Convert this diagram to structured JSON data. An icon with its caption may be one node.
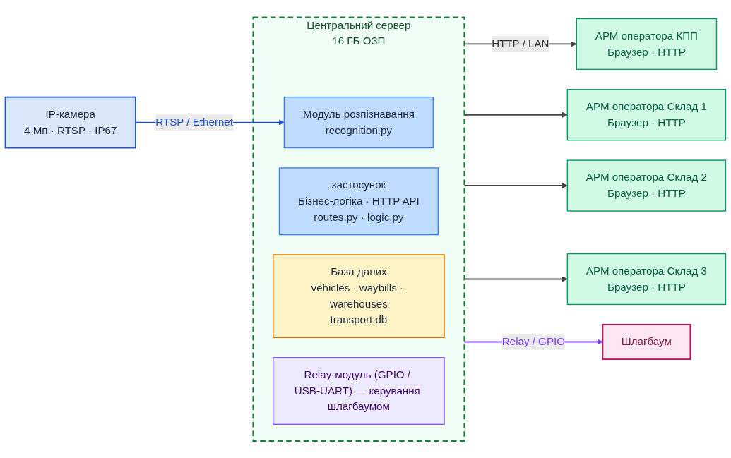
{
  "diagram": {
    "nodes": [
      {
        "text": [
          "IP-камера",
          "4 Мп · RTSP · IP67"
        ]
      },
      {
        "text": [
          "Центральний сервер",
          "16 ГБ ОЗП"
        ]
      },
      {
        "text": [
          "Модуль розпізнавання",
          "recognition.py"
        ],
        "in": 1
      },
      {
        "text": [
          "застосунок",
          "Бізнес-логіка · HTTP API",
          "routes.py · logic.py"
        ],
        "in": 1
      },
      {
        "text": [
          "База даних",
          "vehicles · waybills · warehouses",
          "transport.db"
        ],
        "in": 1
      },
      {
        "text": [
          "Relay-модуль (GPIO / USB-UART) — керування шлагбаумом"
        ],
        "in": 1
      },
      {
        "text": [
          "АРМ оператора КПП",
          "Браузер · HTTP"
        ]
      },
      {
        "text": [
          "АРМ оператора Склад 1",
          "Браузер · HTTP"
        ]
      },
      {
        "text": [
          "АРМ оператора Склад 2",
          "Браузер · HTTP"
        ]
      },
      {
        "text": [
          "АРМ оператора Склад 3",
          "Браузер · HTTP"
        ]
      },
      {
        "text": [
          "Шлагбаум"
        ]
      }
    ],
    "edges": [
      {
        "from": 0,
        "to": 2,
        "arrow": "to",
        "label": "RTSP / Ethernet",
        "color": "#2255cc"
      },
      {
        "from": 1,
        "to": 6,
        "arrow": "to",
        "label": "HTTP / LAN"
      },
      {
        "from": 1,
        "to": 7,
        "arrow": "to"
      },
      {
        "from": 1,
        "to": 8,
        "arrow": "to"
      },
      {
        "from": 1,
        "to": 9,
        "arrow": "to"
      },
      {
        "from": 1,
        "to": 10,
        "arrow": "to",
        "label": "Relay / GPIO",
        "color": "#7c3aed"
      }
    ]
  }
}
